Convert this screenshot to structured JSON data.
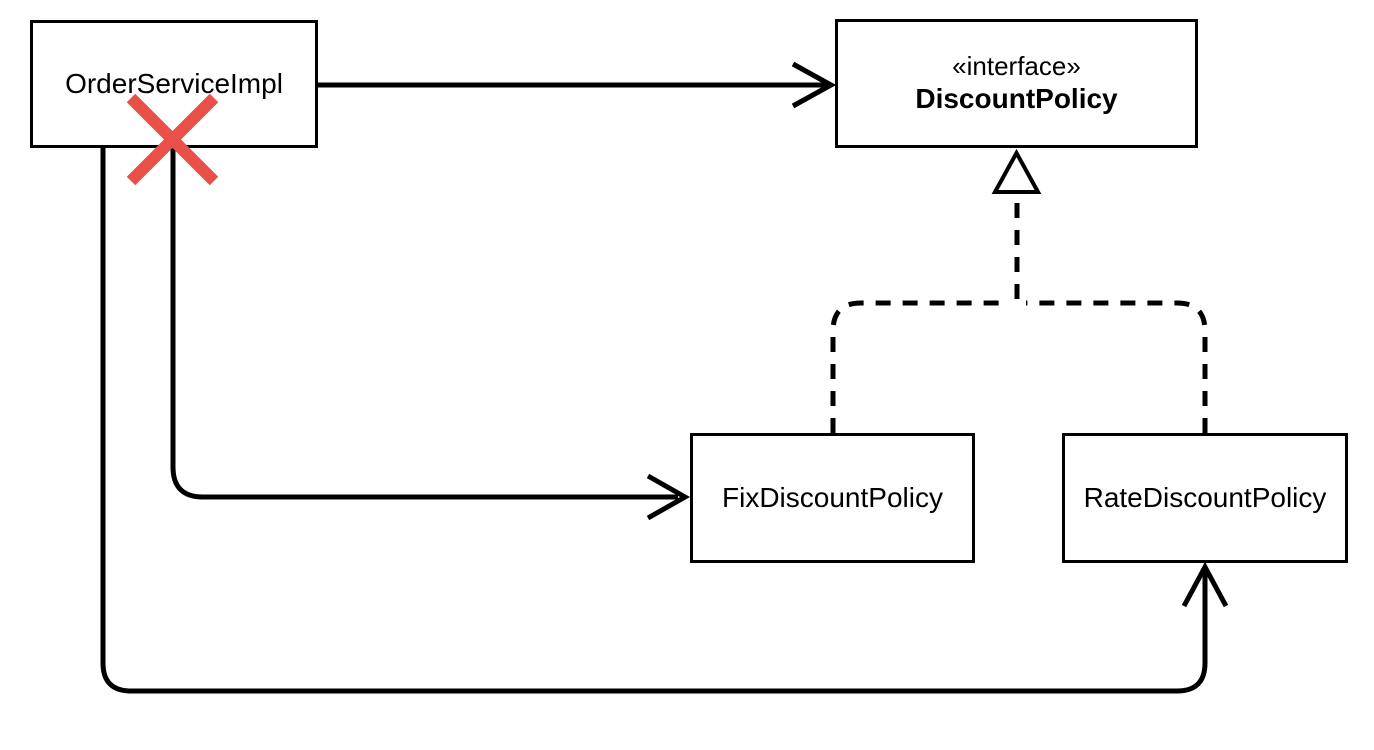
{
  "diagram": {
    "kind": "uml-class-diagram",
    "background": "#ffffff",
    "colors": {
      "line": "#000000",
      "box_border": "#000000",
      "text": "#000000",
      "x_mark": "#e85048"
    },
    "nodes": {
      "orderService": {
        "label": "OrderServiceImpl",
        "kind": "class"
      },
      "discountPolicy": {
        "stereotype": "«interface»",
        "label": "DiscountPolicy",
        "kind": "interface"
      },
      "fixDiscountPolicy": {
        "label": "FixDiscountPolicy",
        "kind": "class"
      },
      "rateDiscountPolicy": {
        "label": "RateDiscountPolicy",
        "kind": "class"
      }
    },
    "edges": [
      {
        "from": "OrderServiceImpl",
        "to": "DiscountPolicy",
        "type": "dependency",
        "style": "solid",
        "arrowhead": "open"
      },
      {
        "from": "OrderServiceImpl",
        "to": "FixDiscountPolicy",
        "type": "dependency",
        "style": "solid",
        "arrowhead": "open",
        "annotation": "crossed-out"
      },
      {
        "from": "OrderServiceImpl",
        "to": "RateDiscountPolicy",
        "type": "dependency",
        "style": "solid",
        "arrowhead": "open"
      },
      {
        "from": "FixDiscountPolicy",
        "to": "DiscountPolicy",
        "type": "realization",
        "style": "dashed",
        "arrowhead": "hollow-triangle"
      },
      {
        "from": "RateDiscountPolicy",
        "to": "DiscountPolicy",
        "type": "realization",
        "style": "dashed",
        "arrowhead": "hollow-triangle"
      }
    ],
    "annotations": [
      {
        "type": "x-mark",
        "color": "#e85048",
        "position": "bottom edge of OrderServiceImpl box"
      }
    ]
  }
}
